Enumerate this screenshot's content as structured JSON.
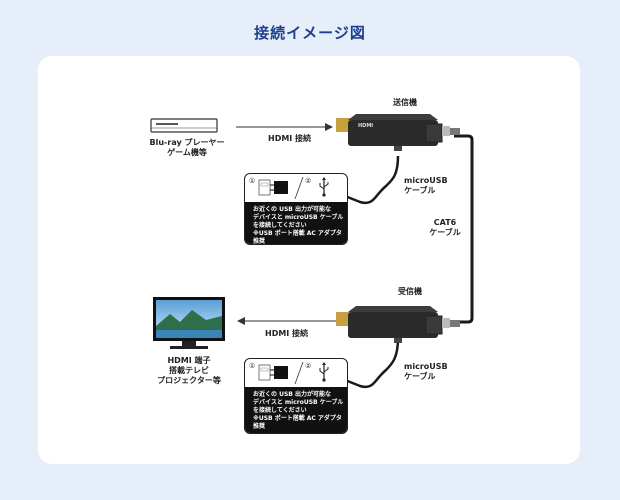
{
  "title": "接続イメージ図",
  "source": {
    "label_line1": "Blu-ray プレーヤー",
    "label_line2": "ゲーム機等"
  },
  "transmitter": {
    "label": "送信機",
    "hdmi_label": "HDMI"
  },
  "receiver": {
    "label": "受信機"
  },
  "hdmi_top": {
    "label": "HDMI 接続"
  },
  "hdmi_bottom": {
    "label": "HDMI 接続"
  },
  "cat6": {
    "line1": "CAT6",
    "line2": "ケーブル"
  },
  "usb_top": {
    "line1": "microUSB",
    "line2": "ケーブル"
  },
  "usb_bottom": {
    "line1": "microUSB",
    "line2": "ケーブル"
  },
  "display": {
    "line1": "HDMI 端子",
    "line2": "搭載テレビ",
    "line3": "プロジェクター等"
  },
  "power_top": {
    "step1": "①",
    "step2": "②",
    "note_lines": [
      "お近くの USB 出力が可能な",
      "デバイスと microUSB ケーブル",
      "を接続してください",
      "※USB ポート搭載 AC アダプタ",
      "  推奨"
    ]
  },
  "power_bottom": {
    "step1": "①",
    "step2": "②",
    "note_lines": [
      "お近くの USB 出力が可能な",
      "デバイスと microUSB ケーブル",
      "を接続してください",
      "※USB ポート搭載 AC アダプタ",
      "  推奨"
    ]
  },
  "colors": {
    "title": "#1e3f8f",
    "background": "#e6eefa",
    "panel": "#ffffff",
    "device": "#2b2b2b"
  }
}
